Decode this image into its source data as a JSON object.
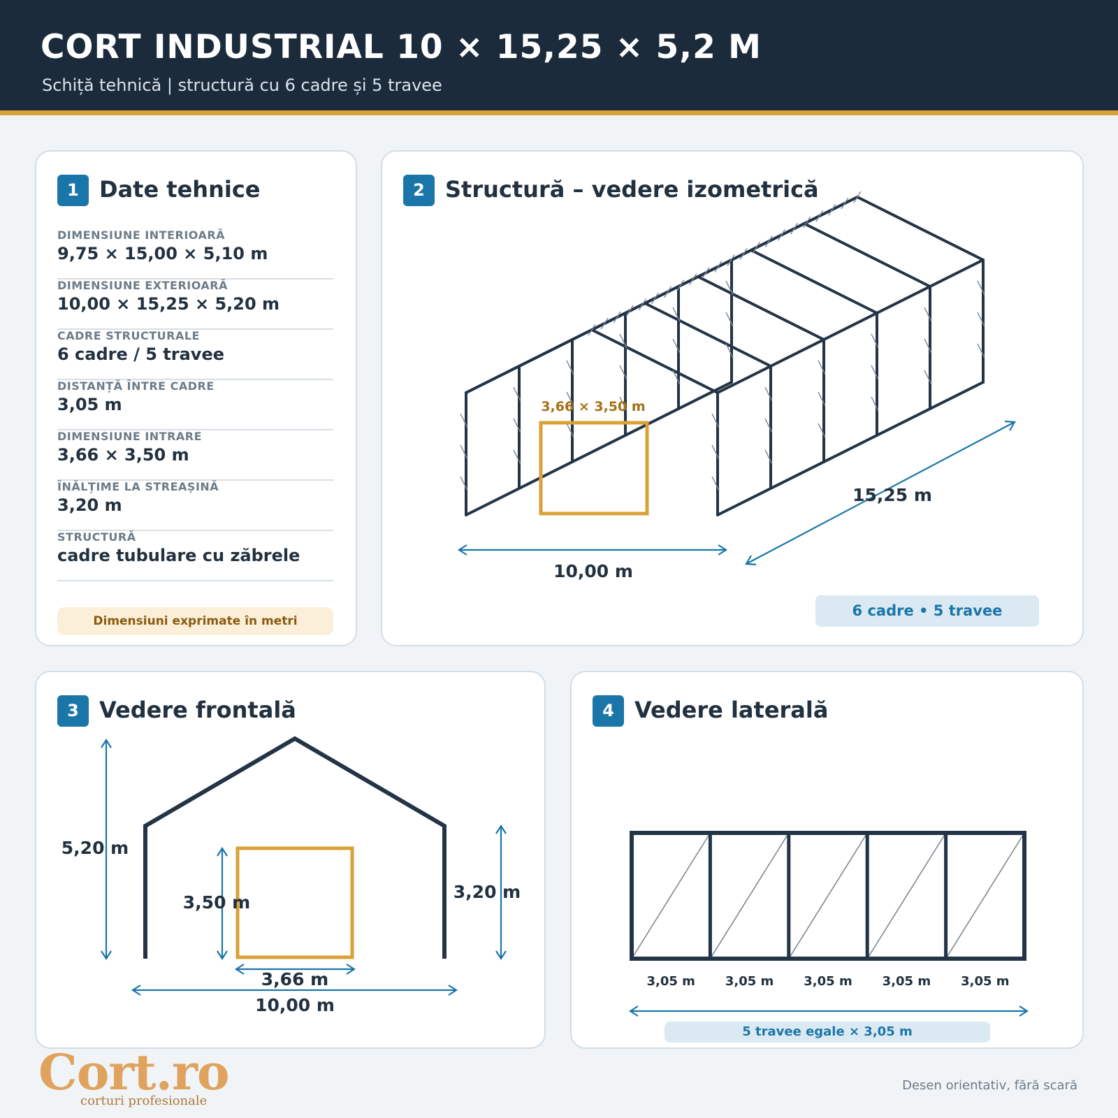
{
  "header": {
    "title": "CORT INDUSTRIAL 10 × 15,25 × 5,2 M",
    "subtitle": "Schiță tehnică  |  structură cu 6 cadre și 5 travee"
  },
  "colors": {
    "dark": "#1c2b3c",
    "accent": "#d9a137",
    "blue": "#1a76a8"
  },
  "card1": {
    "number": "1",
    "title": "Date tehnice",
    "specs": [
      {
        "label": "DIMENSIUNE INTERIOARĂ",
        "value": "9,75 × 15,00 × 5,10 m"
      },
      {
        "label": "DIMENSIUNE EXTERIOARĂ",
        "value": "10,00 × 15,25 × 5,20 m"
      },
      {
        "label": "CADRE STRUCTURALE",
        "value": "6 cadre / 5 travee"
      },
      {
        "label": "DISTANȚĂ ÎNTRE CADRE",
        "value": "3,05 m"
      },
      {
        "label": "DIMENSIUNE INTRARE",
        "value": "3,66 × 3,50 m"
      },
      {
        "label": "ÎNĂLȚIME LA STREAȘINĂ",
        "value": "3,20 m"
      },
      {
        "label": "STRUCTURĂ",
        "value": "cadre tubulare cu zăbrele"
      }
    ],
    "note": "Dimensiuni exprimate în metri"
  },
  "card2": {
    "number": "2",
    "title": "Structură – vedere izometrică",
    "door_label": "3,66 × 3,50 m",
    "width_label": "10,00 m",
    "length_label": "15,25 m",
    "pill": "6 cadre  •  5 travee"
  },
  "card3": {
    "number": "3",
    "title": "Vedere frontală",
    "total_height": "5,20 m",
    "eave_height": "3,20 m",
    "door_height": "3,50 m",
    "door_width": "3,66 m",
    "width": "10,00 m"
  },
  "card4": {
    "number": "4",
    "title": "Vedere laterală",
    "bays": [
      "3,05 m",
      "3,05 m",
      "3,05 m",
      "3,05 m",
      "3,05 m"
    ],
    "pill": "5 travee egale × 3,05 m"
  },
  "logo": {
    "word": "Cort.ro",
    "tagline": "corturi profesionale"
  },
  "footnote": "Desen orientativ, fără scară"
}
